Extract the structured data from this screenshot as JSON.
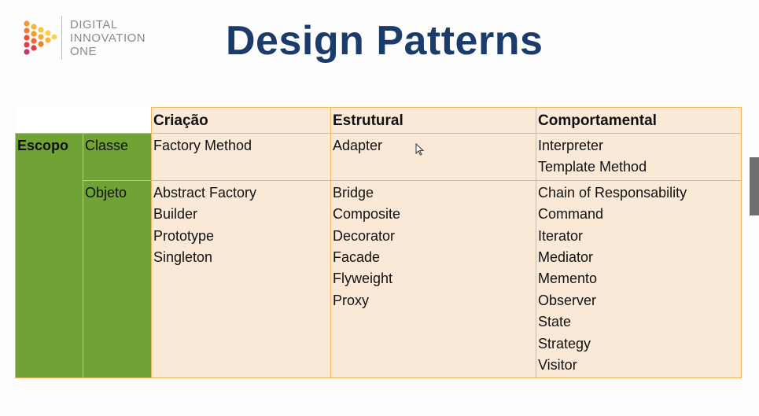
{
  "logo": {
    "icon": "digital-innovation-one-logo-icon",
    "lines": [
      "DIGITAL",
      "INNOVATION",
      "ONE"
    ]
  },
  "title": "Design Patterns",
  "table": {
    "headers": {
      "criacao": "Criação",
      "estrutural": "Estrutural",
      "comportamental": "Comportamental"
    },
    "escopo": "Escopo",
    "classe": {
      "label": "Classe",
      "criacao": [
        "Factory Method"
      ],
      "estrutural": [
        "Adapter"
      ],
      "comportamental": [
        "Interpreter",
        "Template Method"
      ]
    },
    "objeto": {
      "label": "Objeto",
      "criacao": [
        "Abstract Factory",
        "Builder",
        "Prototype",
        "Singleton"
      ],
      "estrutural": [
        "Bridge",
        "Composite",
        "Decorator",
        "Facade",
        "Flyweight",
        "Proxy"
      ],
      "comportamental": [
        "Chain of Responsability",
        "Command",
        "Iterator",
        "Mediator",
        "Memento",
        "Observer",
        "State",
        "Strategy",
        "Visitor"
      ]
    }
  },
  "colors": {
    "title": "#1b3b6a",
    "cell_fill": "#fbe9d8",
    "border": "#f2b45a",
    "green": "#70a236"
  }
}
